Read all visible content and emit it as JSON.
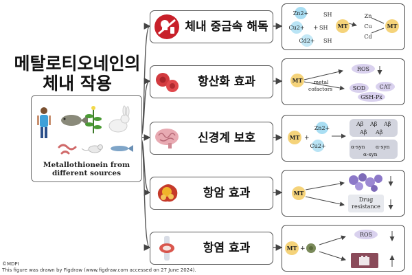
{
  "title": {
    "line1": "메탈로티오네인의",
    "line2": "체내 작용"
  },
  "sources": {
    "caption_line1": "Metallothionein from",
    "caption_line2": "different sources",
    "icons": [
      "human-icon",
      "fish-icon",
      "plant-icon",
      "rabbit-icon",
      "worm-icon",
      "mouse-icon",
      "small-fish-icon"
    ]
  },
  "effects": [
    {
      "label": "체내 중금속 해독",
      "icon": "toxin-hazard-icon",
      "color": "#c8202a"
    },
    {
      "label": "항산화 효과",
      "icon": "red-cells-icon",
      "color": "#d23a3f"
    },
    {
      "label": "신경계 보호",
      "icon": "brain-icon",
      "color": "#e2a0a8"
    },
    {
      "label": "항암 효과",
      "icon": "tumor-icon",
      "color": "#f0b42a"
    },
    {
      "label": "항염 효과",
      "icon": "inflamed-joint-icon",
      "color": "#d33a2f"
    }
  ],
  "mechanisms": {
    "detox": {
      "left_ions": [
        "Zn2+",
        "Cu2+",
        "Cd2+"
      ],
      "sh_groups": [
        "SH",
        "SH",
        "SH"
      ],
      "mt": "MT",
      "right_metals": [
        "Zn",
        "Cu",
        "Cd"
      ]
    },
    "antioxidant": {
      "mt": "MT",
      "cofactor_line1": "metal",
      "cofactor_line2": "cofactors",
      "ros": "ROS",
      "enzymes": [
        "SOD",
        "CAT",
        "GSH-Px"
      ]
    },
    "neuro": {
      "mt": "MT",
      "ions": [
        "Zn2+",
        "Cu2+"
      ],
      "abeta": [
        "Aβ",
        "Aβ",
        "Aβ",
        "Aβ",
        "Aβ"
      ],
      "asyn": [
        "α-syn",
        "α-syn",
        "α-syn"
      ]
    },
    "anticancer": {
      "mt": "MT",
      "drug_line1": "Drug",
      "drug_line2": "resistance"
    },
    "antiinflammatory": {
      "mt": "MT",
      "ros": "ROS"
    }
  },
  "colors": {
    "mt_fill": "#f5d37a",
    "zn_fill": "#a9def3",
    "cu_fill": "#b9e4f5",
    "cd_fill": "#c4e8f6",
    "ros_fill": "#d9d1ee",
    "enzyme_fill": "#d9d1ee",
    "abeta_fill": "#d2d4de",
    "cancer_fill": "#8c78c8"
  },
  "footer": {
    "copyright": "©MDPI",
    "credit": "This figure was drawn by Figdraw (www.figdraw.com accessed on 27 June 2024)."
  }
}
